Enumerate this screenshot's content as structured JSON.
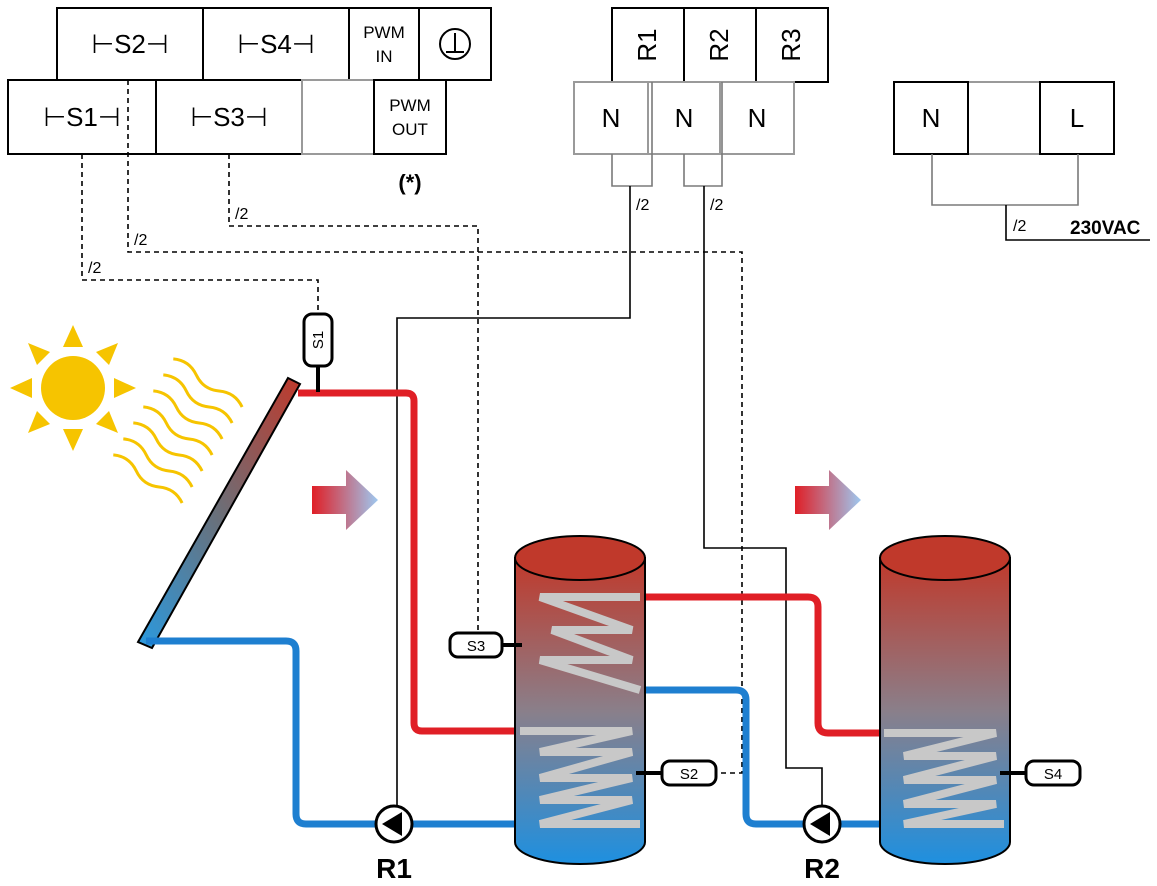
{
  "controller": {
    "top_terminals": [
      "S2",
      "S4",
      "PWM IN"
    ],
    "bottom_terminals": [
      "S1",
      "S3",
      "PWM OUT"
    ],
    "pwm_in_line1": "PWM",
    "pwm_in_line2": "IN",
    "pwm_out_line1": "PWM",
    "pwm_out_line2": "OUT",
    "note": "(*)"
  },
  "relays": {
    "outputs": [
      "R1",
      "R2",
      "R3"
    ],
    "neutrals": [
      "N",
      "N",
      "N"
    ]
  },
  "power": {
    "neutral": "N",
    "line": "L",
    "voltage": "230VAC"
  },
  "wire_gauge": "/2",
  "sensors": [
    "S1",
    "S2",
    "S3",
    "S4"
  ],
  "pumps": [
    "R1",
    "R2"
  ],
  "colors": {
    "hot_pipe": "#e01f26",
    "cold_pipe": "#1e7fd0",
    "coil": "#c8c8c8",
    "sun": "#f6c400",
    "tank_top": "#c0392b",
    "tank_bottom": "#1e90e0"
  }
}
